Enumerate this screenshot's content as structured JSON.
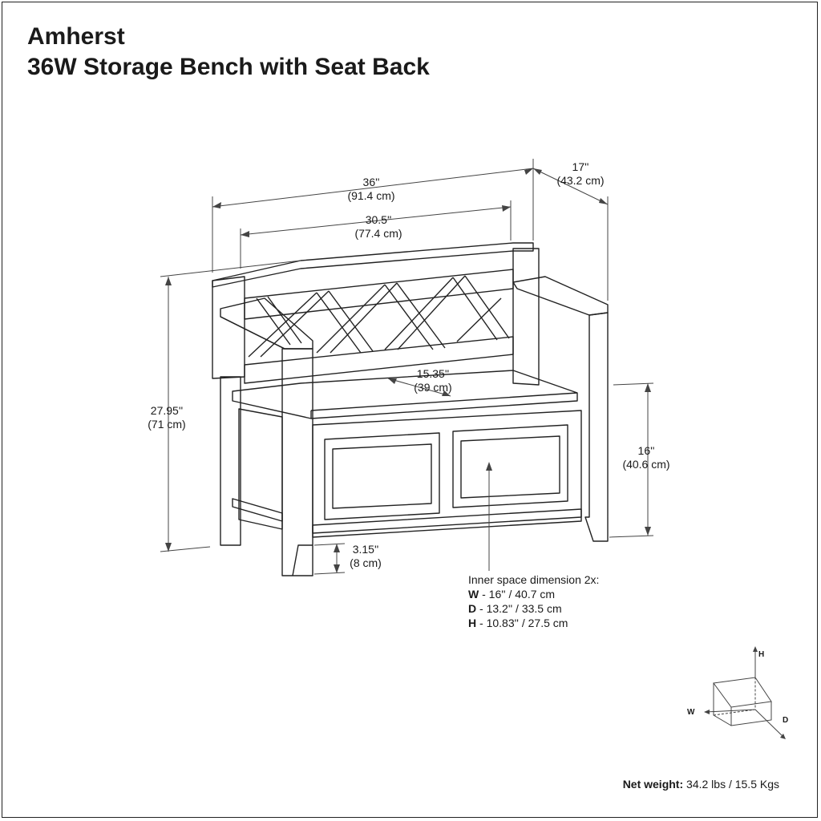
{
  "product": {
    "name": "Amherst",
    "description": "36W Storage Bench with Seat Back"
  },
  "dimensions": {
    "overall_width": {
      "in": "36''",
      "cm": "(91.4 cm)"
    },
    "seat_width": {
      "in": "30.5''",
      "cm": "(77.4 cm)"
    },
    "depth": {
      "in": "17''",
      "cm": "(43.2 cm)"
    },
    "overall_height": {
      "in": "27.95''",
      "cm": "(71 cm)"
    },
    "seat_depth": {
      "in": "15.35''",
      "cm": "(39 cm)"
    },
    "seat_height": {
      "in": "16''",
      "cm": "(40.6 cm)"
    },
    "leg_clearance": {
      "in": "3.15''",
      "cm": "(8 cm)"
    }
  },
  "inner_space": {
    "heading": "Inner space dimension 2x:",
    "rows": [
      {
        "key": "W",
        "value": " - 16'' / 40.7 cm"
      },
      {
        "key": "D",
        "value": " - 13.2'' / 33.5 cm"
      },
      {
        "key": "H",
        "value": " - 10.83'' / 27.5 cm"
      }
    ]
  },
  "axes": {
    "h": "H",
    "w": "W",
    "d": "D"
  },
  "net_weight": {
    "label": "Net weight:",
    "value": " 34.2 lbs / 15.5 Kgs"
  }
}
